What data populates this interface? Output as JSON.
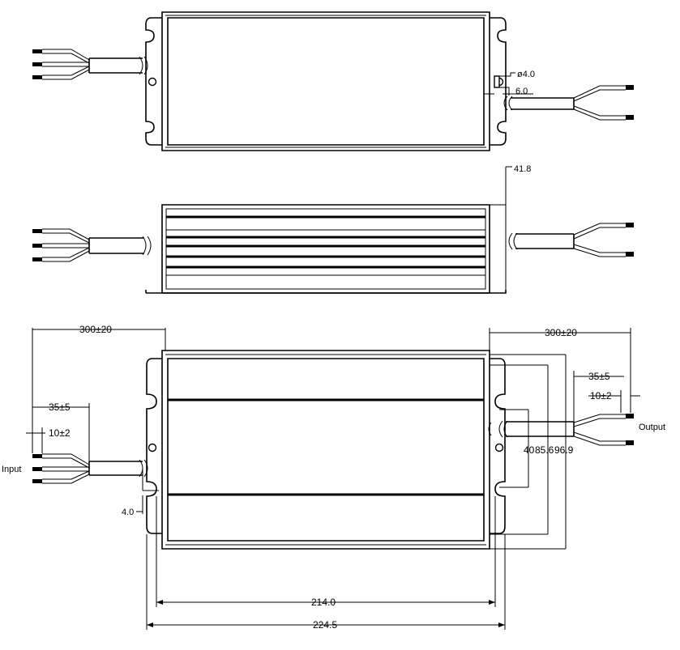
{
  "labels": {
    "hole_dia": "ø4.0",
    "offset_6": "6.0",
    "height_41": "41.8",
    "lead_left": "300±20",
    "lead_right": "300±20",
    "strip_left_35": "35±5",
    "strip_left_10": "10±2",
    "strip_right_35": "35±5",
    "strip_right_10": "10±2",
    "input": "Input",
    "output": "Output",
    "mount_4": "4.0",
    "dim_40": "40",
    "dim_856": "85.6",
    "dim_969": "96.9",
    "width_214": "214.0",
    "width_2245": "224.5"
  }
}
